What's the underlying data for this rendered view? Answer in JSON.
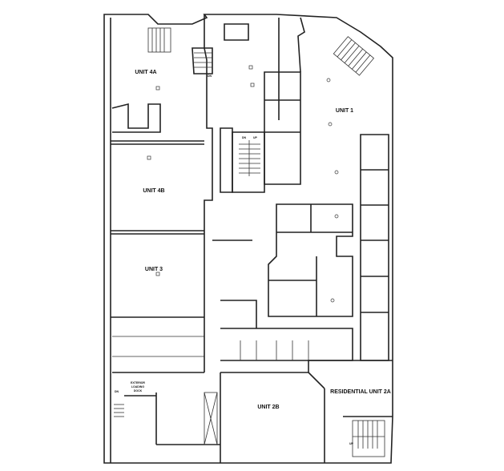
{
  "plan": {
    "units": {
      "unit_4a": "UNIT 4A",
      "unit_4b": "UNIT 4B",
      "unit_3": "UNIT 3",
      "unit_1": "UNIT 1",
      "unit_2b": "UNIT 2B",
      "residential_2a": "RESIDENTIAL UNIT 2A"
    },
    "loading_dock": [
      "EXTERIOR",
      "LOADING",
      "DOCK"
    ],
    "stair_down": "DN",
    "stair_up": "UP"
  }
}
